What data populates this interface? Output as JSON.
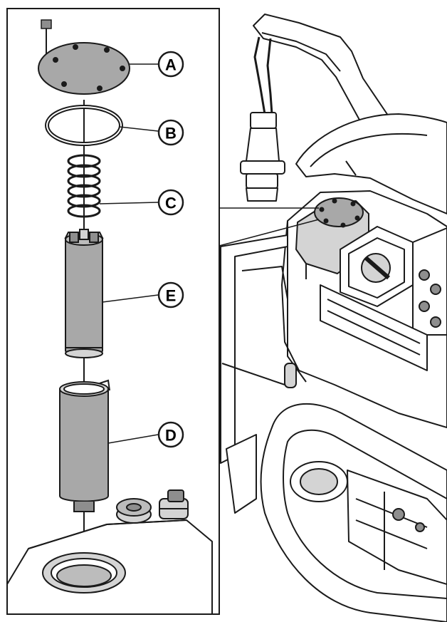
{
  "callouts": [
    {
      "id": "a",
      "label": "A"
    },
    {
      "id": "b",
      "label": "B"
    },
    {
      "id": "c",
      "label": "C"
    },
    {
      "id": "e",
      "label": "E"
    },
    {
      "id": "d",
      "label": "D"
    }
  ],
  "colors": {
    "line": "#1a1a1a",
    "part_grey": "#a8a8a8",
    "part_light": "#d4d4d4",
    "part_mid": "#bcbcbc",
    "part_dark": "#8e8e8e",
    "background": "#ffffff"
  }
}
